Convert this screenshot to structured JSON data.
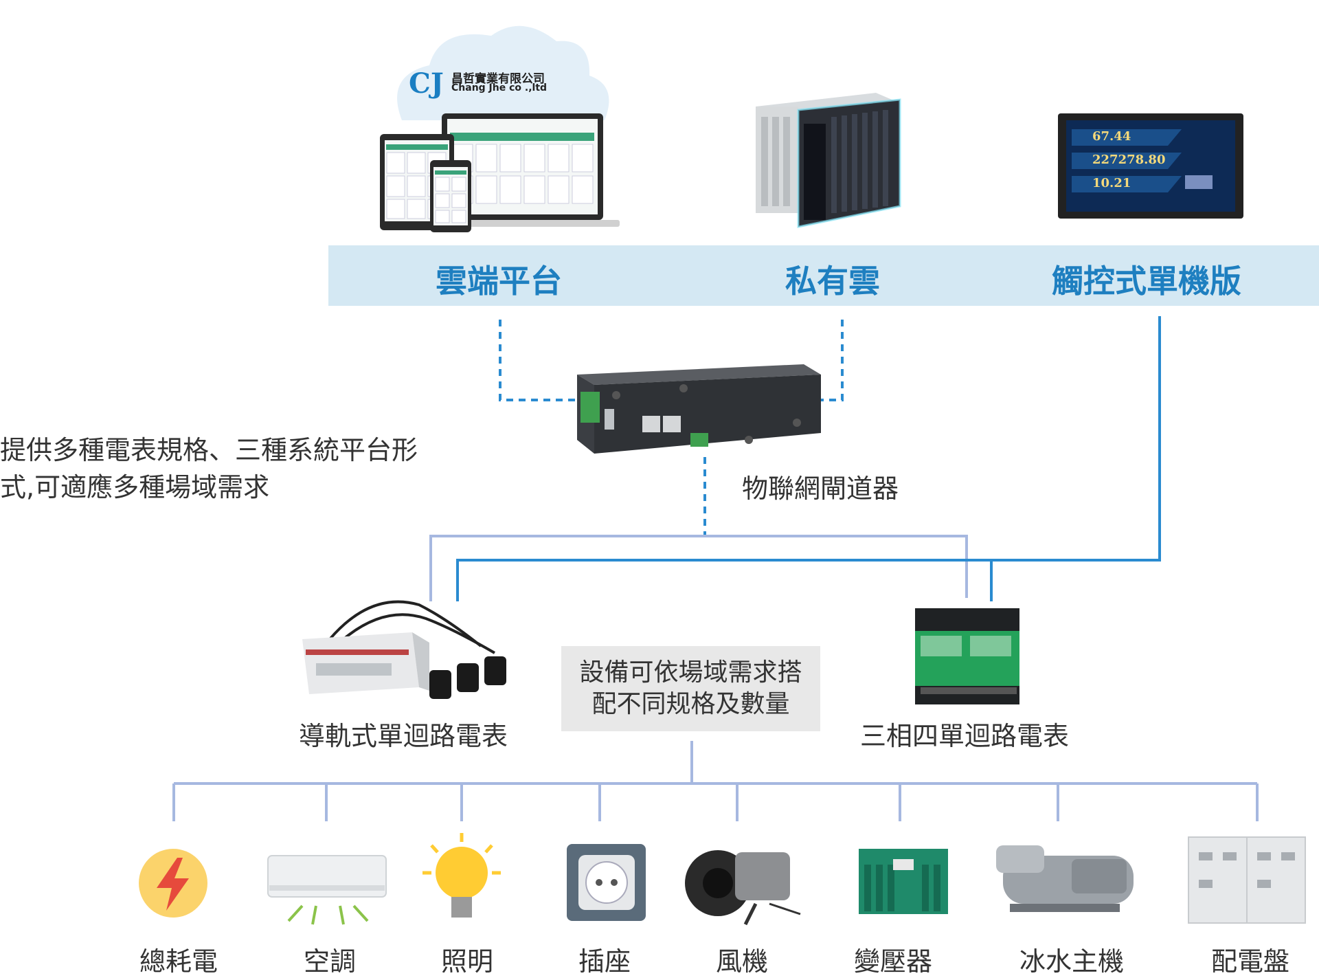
{
  "brand": {
    "logo_mark": "CJ",
    "company_zh": "昌哲實業有限公司",
    "company_en": "Chang Jhe co .,ltd"
  },
  "platforms": [
    {
      "label": "雲端平台"
    },
    {
      "label": "私有雲"
    },
    {
      "label": "觸控式單機版"
    }
  ],
  "touch_panel": {
    "readings": [
      "67.44",
      "227278.80",
      "10.21"
    ]
  },
  "description": [
    "提供多種電表規格、三種系統平台形",
    "式,可適應多種場域需求"
  ],
  "gateway": {
    "label": "物聯網閘道器"
  },
  "meters": [
    {
      "label": "導軌式單迴路電表"
    },
    {
      "label": "三相四單迴路電表"
    }
  ],
  "note": [
    "設備可依場域需求搭",
    "配不同规格及數量"
  ],
  "devices": [
    {
      "label": "總耗電",
      "icon": "power-icon"
    },
    {
      "label": "空調",
      "icon": "air-conditioner-icon"
    },
    {
      "label": "照明",
      "icon": "light-bulb-icon"
    },
    {
      "label": "插座",
      "icon": "socket-icon"
    },
    {
      "label": "風機",
      "icon": "fan-icon"
    },
    {
      "label": "變壓器",
      "icon": "transformer-icon"
    },
    {
      "label": "冰水主機",
      "icon": "chiller-icon"
    },
    {
      "label": "配電盤",
      "icon": "switchboard-icon"
    }
  ],
  "colors": {
    "banner_bg": "#d4e8f3",
    "banner_text": "#1e7fc0",
    "line_dark": "#2a8bd0",
    "line_light": "#a6b8e0",
    "note_bg": "#e8e8e8"
  }
}
